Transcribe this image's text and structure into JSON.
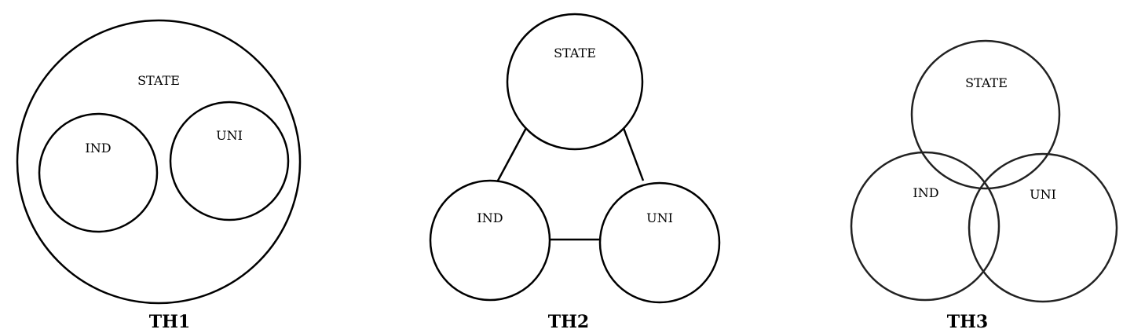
{
  "diagrams": [
    {
      "caption": "TH1",
      "labels": {
        "outer": "STATE",
        "left": "IND",
        "right": "UNI"
      }
    },
    {
      "caption": "TH2",
      "labels": {
        "top": "STATE",
        "left": "IND",
        "right": "UNI"
      }
    },
    {
      "caption": "TH3",
      "labels": {
        "top": "STATE",
        "left": "IND",
        "right": "UNI"
      }
    }
  ]
}
